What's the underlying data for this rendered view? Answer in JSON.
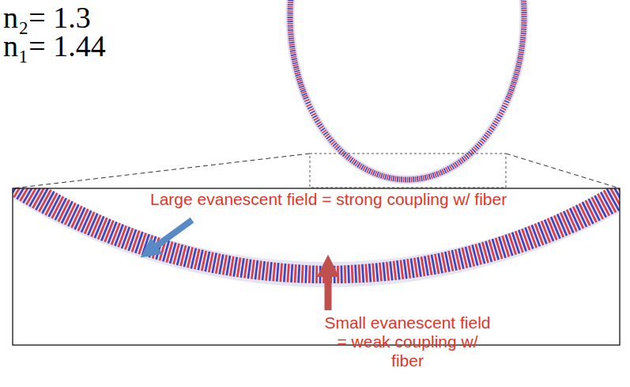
{
  "diagram": {
    "labels": [
      "n₂= 1.3",
      "n₁= 1.44",
      "Large evanescent field = strong coupling w/ fiber",
      "Small evanescent field = weak coupling w/ fiber"
    ]
  }
}
